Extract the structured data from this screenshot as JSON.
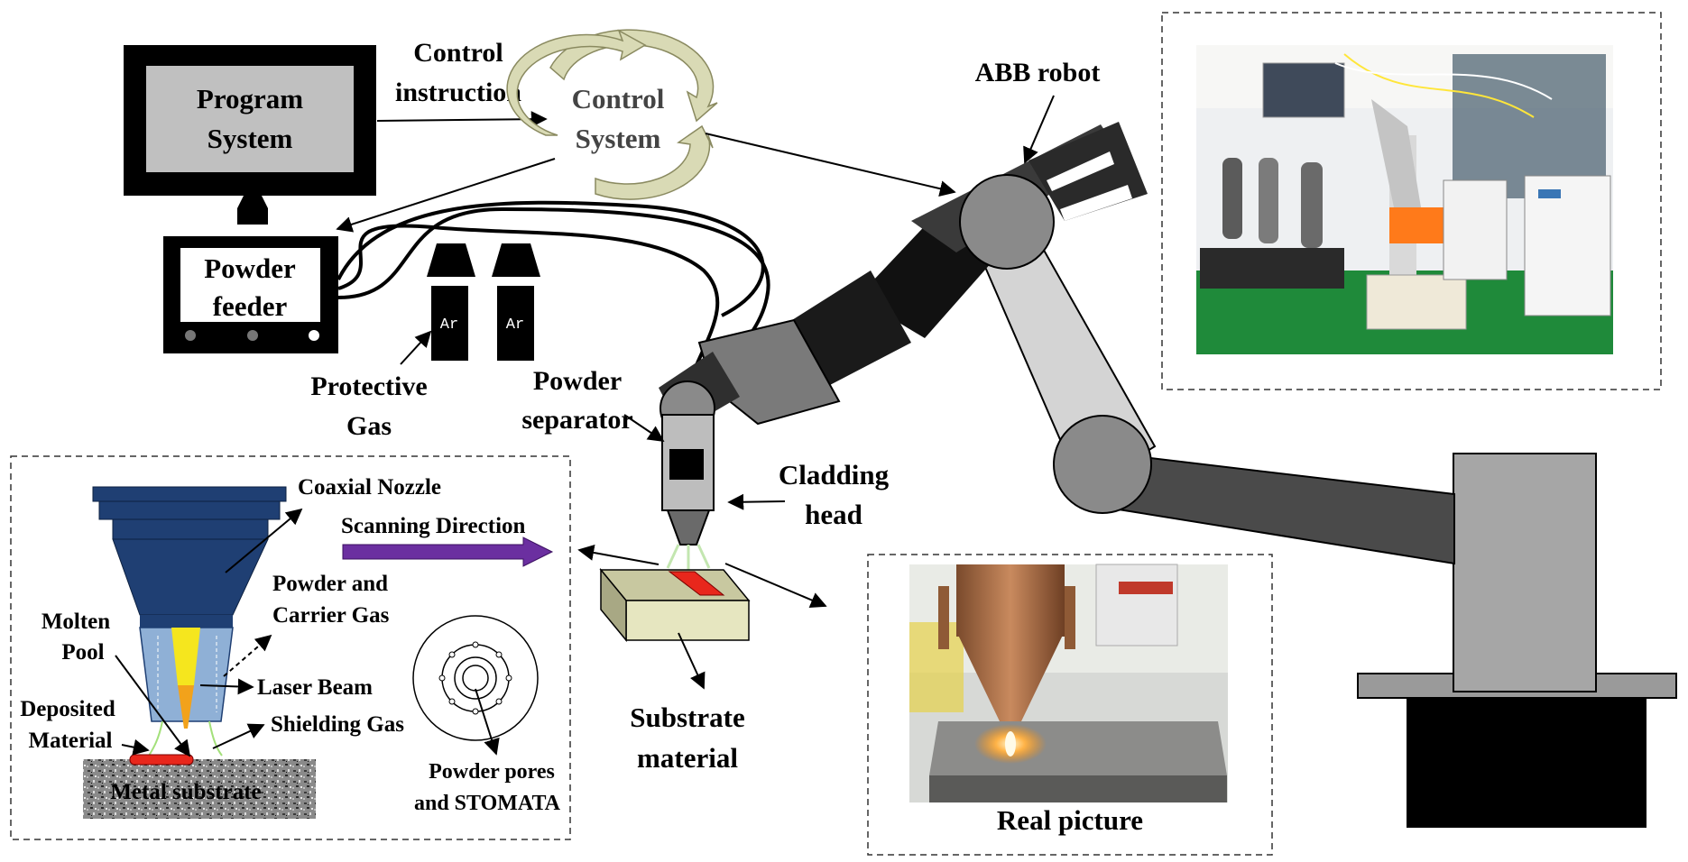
{
  "program_system": {
    "line1": "Program",
    "line2": "System"
  },
  "control_instruction": {
    "line1": "Control",
    "line2": "instruction"
  },
  "control_system": {
    "line1": "Control",
    "line2": "System"
  },
  "powder_feeder": {
    "line1": "Powder",
    "line2": "feeder"
  },
  "gas_cylinders": [
    "Ar",
    "Ar"
  ],
  "protective_gas": {
    "line1": "Protective",
    "line2": "Gas"
  },
  "powder_separator": {
    "line1": "Powder",
    "line2": "separator"
  },
  "cladding_head": {
    "line1": "Cladding",
    "line2": "head"
  },
  "substrate_material": {
    "line1": "Substrate",
    "line2": "material"
  },
  "abb_robot": "ABB robot",
  "real_picture": "Real picture",
  "nozzle_detail": {
    "coaxial_nozzle": "Coaxial Nozzle",
    "scanning_direction": "Scanning Direction",
    "powder_and_carrier_gas": {
      "line1": "Powder and",
      "line2": "Carrier Gas"
    },
    "molten_pool": {
      "line1": "Molten",
      "line2": "Pool"
    },
    "laser_beam": "Laser Beam",
    "deposited_material": {
      "line1": "Deposited",
      "line2": "Material"
    },
    "shielding_gas": "Shielding Gas",
    "metal_substrate": "Metal substrate",
    "powder_pores": {
      "line1": "Powder pores",
      "line2": "and STOMATA"
    }
  },
  "colors": {
    "nozzle_blue": "#1f3f73",
    "nozzle_light_blue": "#8fb0d6",
    "laser_yellow": "#f5e61e",
    "laser_orange": "#f2a21b",
    "scan_arrow_purple": "#6b2fa0",
    "deposit_red": "#e8271c",
    "control_cycle_fill": "#d9dab5",
    "substrate_block": "#e6e6c0",
    "floor_green": "#1f8a3a"
  }
}
